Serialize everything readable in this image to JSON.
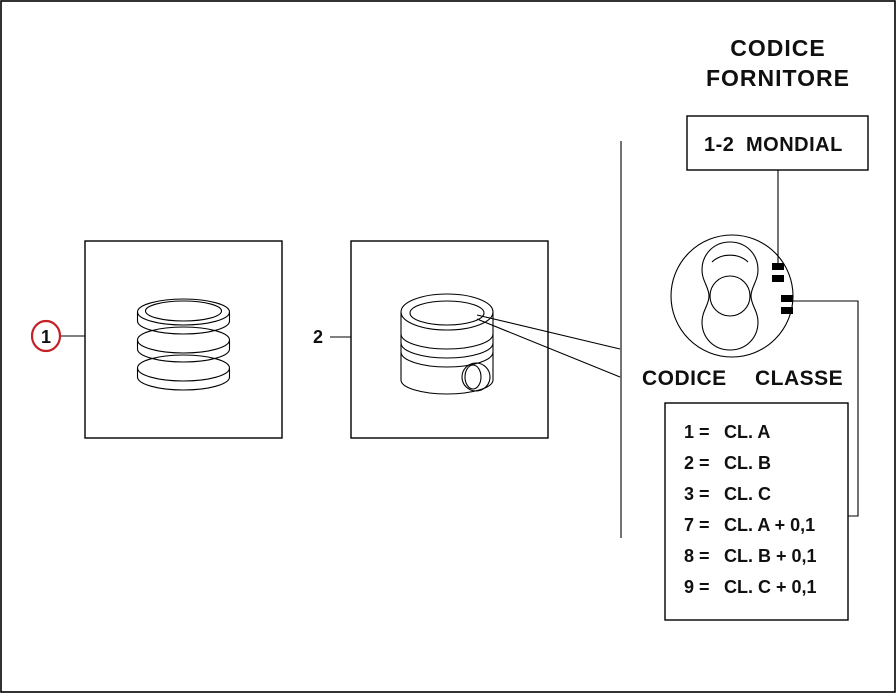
{
  "page": {
    "callout_1": "1",
    "callout_2": "2"
  },
  "supplier": {
    "title_line1": "CODICE",
    "title_line2": "FORNITORE",
    "code_prefix": "1-2",
    "code_name": "MONDIAL"
  },
  "class_section": {
    "label_word1": "CODICE",
    "label_word2": "CLASSE",
    "rows": [
      {
        "num": "1 =",
        "value": "CL. A"
      },
      {
        "num": "2 =",
        "value": "CL. B"
      },
      {
        "num": "3 =",
        "value": "CL. C"
      },
      {
        "num": "7 =",
        "value": "CL. A + 0,1"
      },
      {
        "num": "8 =",
        "value": "CL. B + 0,1"
      },
      {
        "num": "9 =",
        "value": "CL. C + 0,1"
      }
    ]
  },
  "colors": {
    "callout_red": "#c42127",
    "line": "#000000"
  }
}
